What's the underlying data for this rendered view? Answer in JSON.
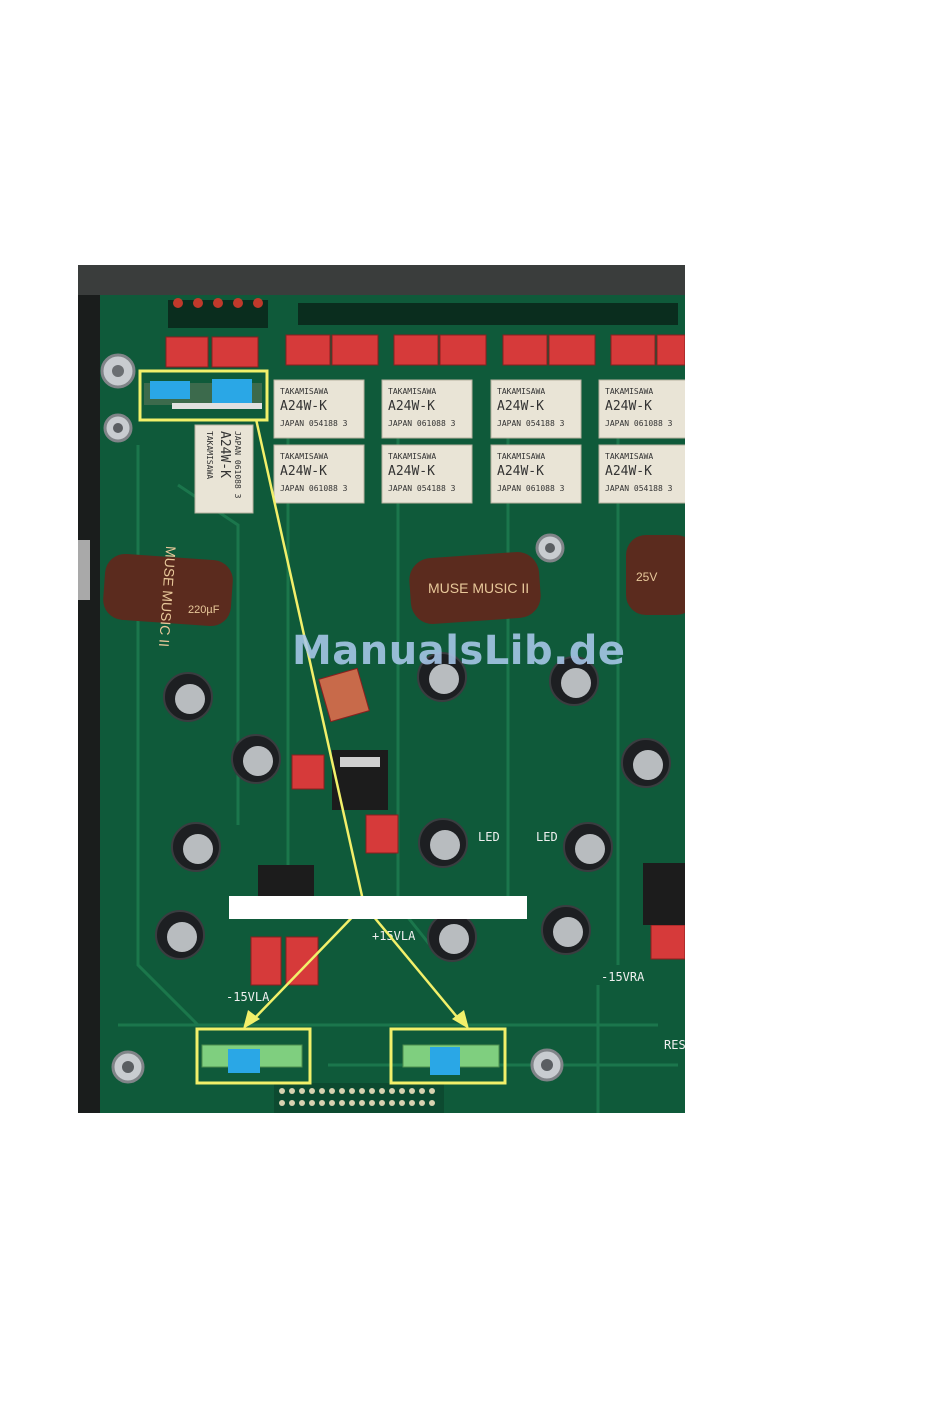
{
  "photo": {
    "relay_labels": {
      "brand": "TAKAMISAWA",
      "model": "A24W-K",
      "origin": "JAPAN",
      "codes": [
        "054188 3",
        "061088 3"
      ]
    },
    "capacitor_labels": [
      "MUSE MUSIC II",
      "25V",
      "220µF"
    ],
    "pcb_labels": {
      "neg_left": "-15VLA",
      "pos_left": "+15VLA",
      "neg_right": "-15VRA",
      "led": "LED",
      "res": "RES"
    },
    "watermark": "ManualsLib.de"
  },
  "colors": {
    "pcb": "#0f5a3a",
    "highlight": "#f2f06a",
    "jumper_blue": "#2aa7e6",
    "header_green": "#7fcf7f",
    "relay_body": "#e9e4d6",
    "film_cap_red": "#d63a3a",
    "elcap_brown": "#5b2b1e"
  }
}
